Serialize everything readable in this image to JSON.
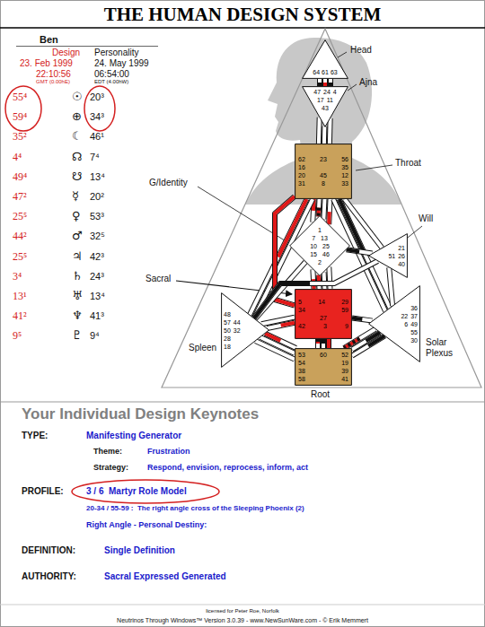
{
  "diagram": {
    "title": "THE HUMAN DESIGN SYSTEM",
    "nodes": [
      {
        "text": [
          "64",
          "61",
          "63"
        ]
      },
      {
        "text": [
          "47",
          "24",
          "4",
          "17",
          "11",
          "43"
        ]
      },
      {
        "text": [
          "62",
          "23",
          "56",
          "16",
          "35",
          "20",
          "45",
          "12",
          "31",
          "8",
          "33"
        ]
      },
      {
        "text": [
          "1",
          "7",
          "13",
          "10",
          "25",
          "15",
          "46",
          "2"
        ]
      },
      {
        "text": [
          "21",
          "51",
          "26",
          "40"
        ]
      },
      {
        "text": [
          "48",
          "57",
          "44",
          "50",
          "32",
          "28",
          "18"
        ]
      },
      {
        "text": [
          "5",
          "14",
          "29",
          "34",
          "59",
          "27",
          "42",
          "3",
          "9"
        ]
      },
      {
        "text": [
          "36",
          "22",
          "37",
          "6",
          "49",
          "55",
          "30"
        ]
      },
      {
        "text": [
          "53",
          "60",
          "52",
          "54",
          "19",
          "38",
          "39",
          "58",
          "41"
        ]
      }
    ],
    "edges": [
      {
        "from": 0,
        "to": 1,
        "arrow": "none"
      },
      {
        "from": 0,
        "to": 1,
        "arrow": "none"
      },
      {
        "from": 0,
        "to": 1,
        "arrow": "none"
      },
      {
        "from": 1,
        "to": 2,
        "arrow": "none"
      },
      {
        "from": 1,
        "to": 2,
        "arrow": "none"
      },
      {
        "from": 1,
        "to": 2,
        "arrow": "none"
      },
      {
        "from": 2,
        "to": 3,
        "arrow": "none"
      },
      {
        "from": 2,
        "to": 3,
        "arrow": "none"
      },
      {
        "from": 2,
        "to": 3,
        "arrow": "none"
      },
      {
        "from": 2,
        "to": 3,
        "arrow": "none"
      },
      {
        "from": 2,
        "to": 5,
        "arrow": "none"
      },
      {
        "from": 2,
        "to": 5,
        "arrow": "none"
      },
      {
        "from": 2,
        "to": 6,
        "arrow": "none"
      },
      {
        "from": 2,
        "to": 4,
        "arrow": "none"
      },
      {
        "from": 2,
        "to": 7,
        "arrow": "none"
      },
      {
        "from": 2,
        "to": 7,
        "arrow": "none"
      },
      {
        "from": 3,
        "to": 4,
        "arrow": "none"
      },
      {
        "from": 3,
        "to": 5,
        "arrow": "none"
      },
      {
        "from": 3,
        "to": 6,
        "arrow": "none"
      },
      {
        "from": 3,
        "to": 6,
        "arrow": "none"
      },
      {
        "from": 3,
        "to": 6,
        "arrow": "none"
      },
      {
        "from": 3,
        "to": 6,
        "arrow": "none"
      },
      {
        "from": 4,
        "to": 5,
        "arrow": "none"
      },
      {
        "from": 4,
        "to": 7,
        "arrow": "none"
      },
      {
        "from": 5,
        "to": 6,
        "arrow": "none"
      },
      {
        "from": 5,
        "to": 6,
        "arrow": "none"
      },
      {
        "from": 5,
        "to": 8,
        "arrow": "none"
      },
      {
        "from": 5,
        "to": 8,
        "arrow": "none"
      },
      {
        "from": 5,
        "to": 8,
        "arrow": "none"
      },
      {
        "from": 6,
        "to": 7,
        "arrow": "none"
      },
      {
        "from": 6,
        "to": 8,
        "arrow": "none"
      },
      {
        "from": 6,
        "to": 8,
        "arrow": "none"
      },
      {
        "from": 6,
        "to": 8,
        "arrow": "none"
      },
      {
        "from": 7,
        "to": 8,
        "arrow": "none"
      },
      {
        "from": 7,
        "to": 8,
        "arrow": "none"
      },
      {
        "from": 7,
        "to": 8,
        "arrow": "none"
      }
    ],
    "labels": [
      "Ben",
      "Design",
      "Personality",
      "23. Feb 1999",
      "24. May 1999",
      "22:10:56",
      "06:54:00",
      "GMT (0.00hE)",
      "EDT (4.00hW)",
      "55⁴",
      "☉",
      "20³",
      "59⁴",
      "⊕",
      "34³",
      "35²",
      "☾",
      "46¹",
      "4⁴",
      "☊",
      "7⁴",
      "49⁴",
      "☋",
      "13⁴",
      "47²",
      "☿",
      "20²",
      "25⁵",
      "♀",
      "53³",
      "44²",
      "♂",
      "32⁵",
      "25⁵",
      "♃",
      "42³",
      "3⁴",
      "♄",
      "24³",
      "13¹",
      "♅",
      "13⁴",
      "41²",
      "♆",
      "41³",
      "9⁵",
      "♇",
      "9⁴",
      "Head",
      "Ajna",
      "Throat",
      "G/Identity",
      "Will",
      "Sacral",
      "Spleen",
      "Solar Plexus",
      "Root",
      "Your Individual Design Keynotes",
      "TYPE:",
      "Manifesting Generator",
      "Theme:",
      "Frustration",
      "Strategy:",
      "Respond, envision, reprocess, inform, act",
      "PROFILE:",
      "3 / 6  Martyr Role Model",
      "20-34 / 55-59 :  The right angle cross of the Sleeping Phoenix (2)",
      "Right Angle - Personal Destiny:",
      "DEFINITION:",
      "Single Definition",
      "AUTHORITY:",
      "Sacral Expressed Generated",
      "licensed for Peter Roe, Norfolk",
      "Neutrinos Through Windows™ Version 3.0.39 - www.NewSunWare.com - © Erik Memmert"
    ]
  }
}
